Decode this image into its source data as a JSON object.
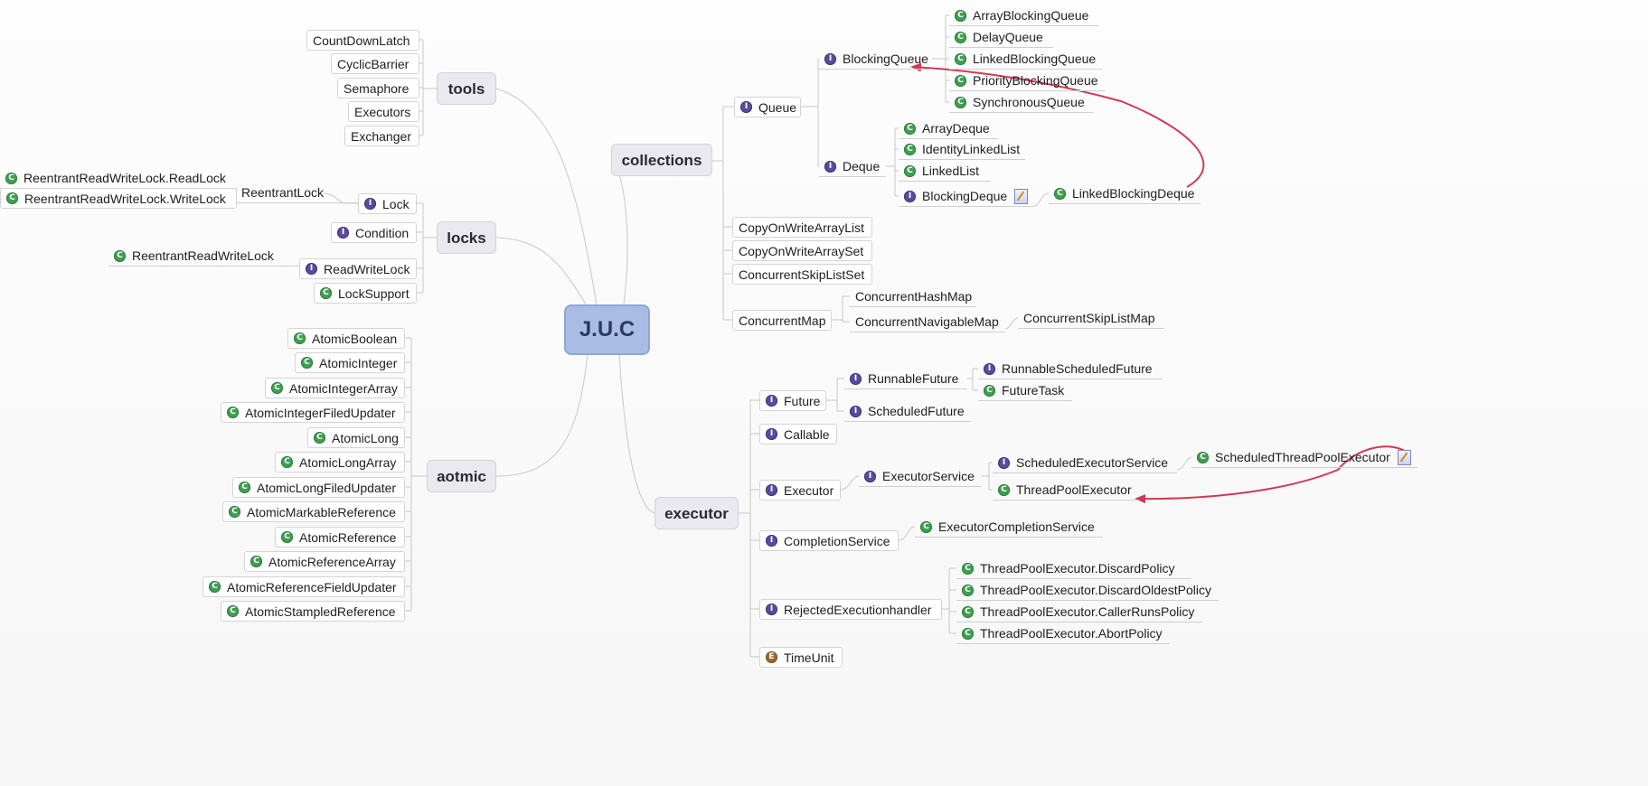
{
  "title": "J.U.C",
  "branches": {
    "tools": "tools",
    "locks": "locks",
    "atomic": "aotmic",
    "collections": "collections",
    "executor": "executor"
  },
  "tools": [
    "CountDownLatch",
    "CyclicBarrier",
    "Semaphore",
    "Executors",
    "Exchanger"
  ],
  "locks": {
    "lock": "Lock",
    "reentrant_lock": "ReentrantLock",
    "read_lock": "ReentrantReadWriteLock.ReadLock",
    "write_lock": "ReentrantReadWriteLock.WriteLock",
    "condition": "Condition",
    "read_write_lock": "ReadWriteLock",
    "reentrant_read_write_lock": "ReentrantReadWriteLock",
    "lock_support": "LockSupport"
  },
  "atomic": [
    "AtomicBoolean",
    "AtomicInteger",
    "AtomicIntegerArray",
    "AtomicIntegerFiledUpdater",
    "AtomicLong",
    "AtomicLongArray",
    "AtomicLongFiledUpdater",
    "AtomicMarkableReference",
    "AtomicReference",
    "AtomicReferenceArray",
    "AtomicReferenceFieldUpdater",
    "AtomicStampledReference"
  ],
  "collections": {
    "queue": "Queue",
    "blocking_queue": "BlockingQueue",
    "blocking_queue_impls": [
      "ArrayBlockingQueue",
      "DelayQueue",
      "LinkedBlockingQueue",
      "PriorityBlockingQueue",
      "SynchronousQueue"
    ],
    "deque": "Deque",
    "deque_impls": [
      "ArrayDeque",
      "IdentityLinkedList",
      "LinkedList"
    ],
    "blocking_deque": "BlockingDeque",
    "linked_blocking_deque": "LinkedBlockingDeque",
    "cow_list": "CopyOnWriteArrayList",
    "cow_set": "CopyOnWriteArraySet",
    "skip_list_set": "ConcurrentSkipListSet",
    "concurrent_map": "ConcurrentMap",
    "hash_map": "ConcurrentHashMap",
    "navigable_map": "ConcurrentNavigableMap",
    "skip_list_map": "ConcurrentSkipListMap"
  },
  "executor": {
    "future": "Future",
    "runnable_future": "RunnableFuture",
    "runnable_scheduled_future": "RunnableScheduledFuture",
    "future_task": "FutureTask",
    "scheduled_future": "ScheduledFuture",
    "callable": "Callable",
    "executor": "Executor",
    "executor_service": "ExecutorService",
    "scheduled_executor_service": "ScheduledExecutorService",
    "scheduled_thread_pool_executor": "ScheduledThreadPoolExecutor",
    "thread_pool_executor": "ThreadPoolExecutor",
    "completion_service": "CompletionService",
    "executor_completion_service": "ExecutorCompletionService",
    "rejected_handler": "RejectedExecutionhandler",
    "policies": [
      "ThreadPoolExecutor.DiscardPolicy",
      "ThreadPoolExecutor.DiscardOldestPolicy",
      "ThreadPoolExecutor.CallerRunsPolicy",
      "ThreadPoolExecutor.AbortPolicy"
    ],
    "time_unit": "TimeUnit"
  },
  "icon_types": {
    "class": "C",
    "interface": "I",
    "enum": "E"
  },
  "colors": {
    "class_icon": "#3f9f52",
    "interface_icon": "#5c4a9c",
    "enum_icon": "#9b6a33",
    "root_fill": "#a9bde4",
    "arrow": "#cf3a55",
    "connector": "#c8c8c8"
  }
}
